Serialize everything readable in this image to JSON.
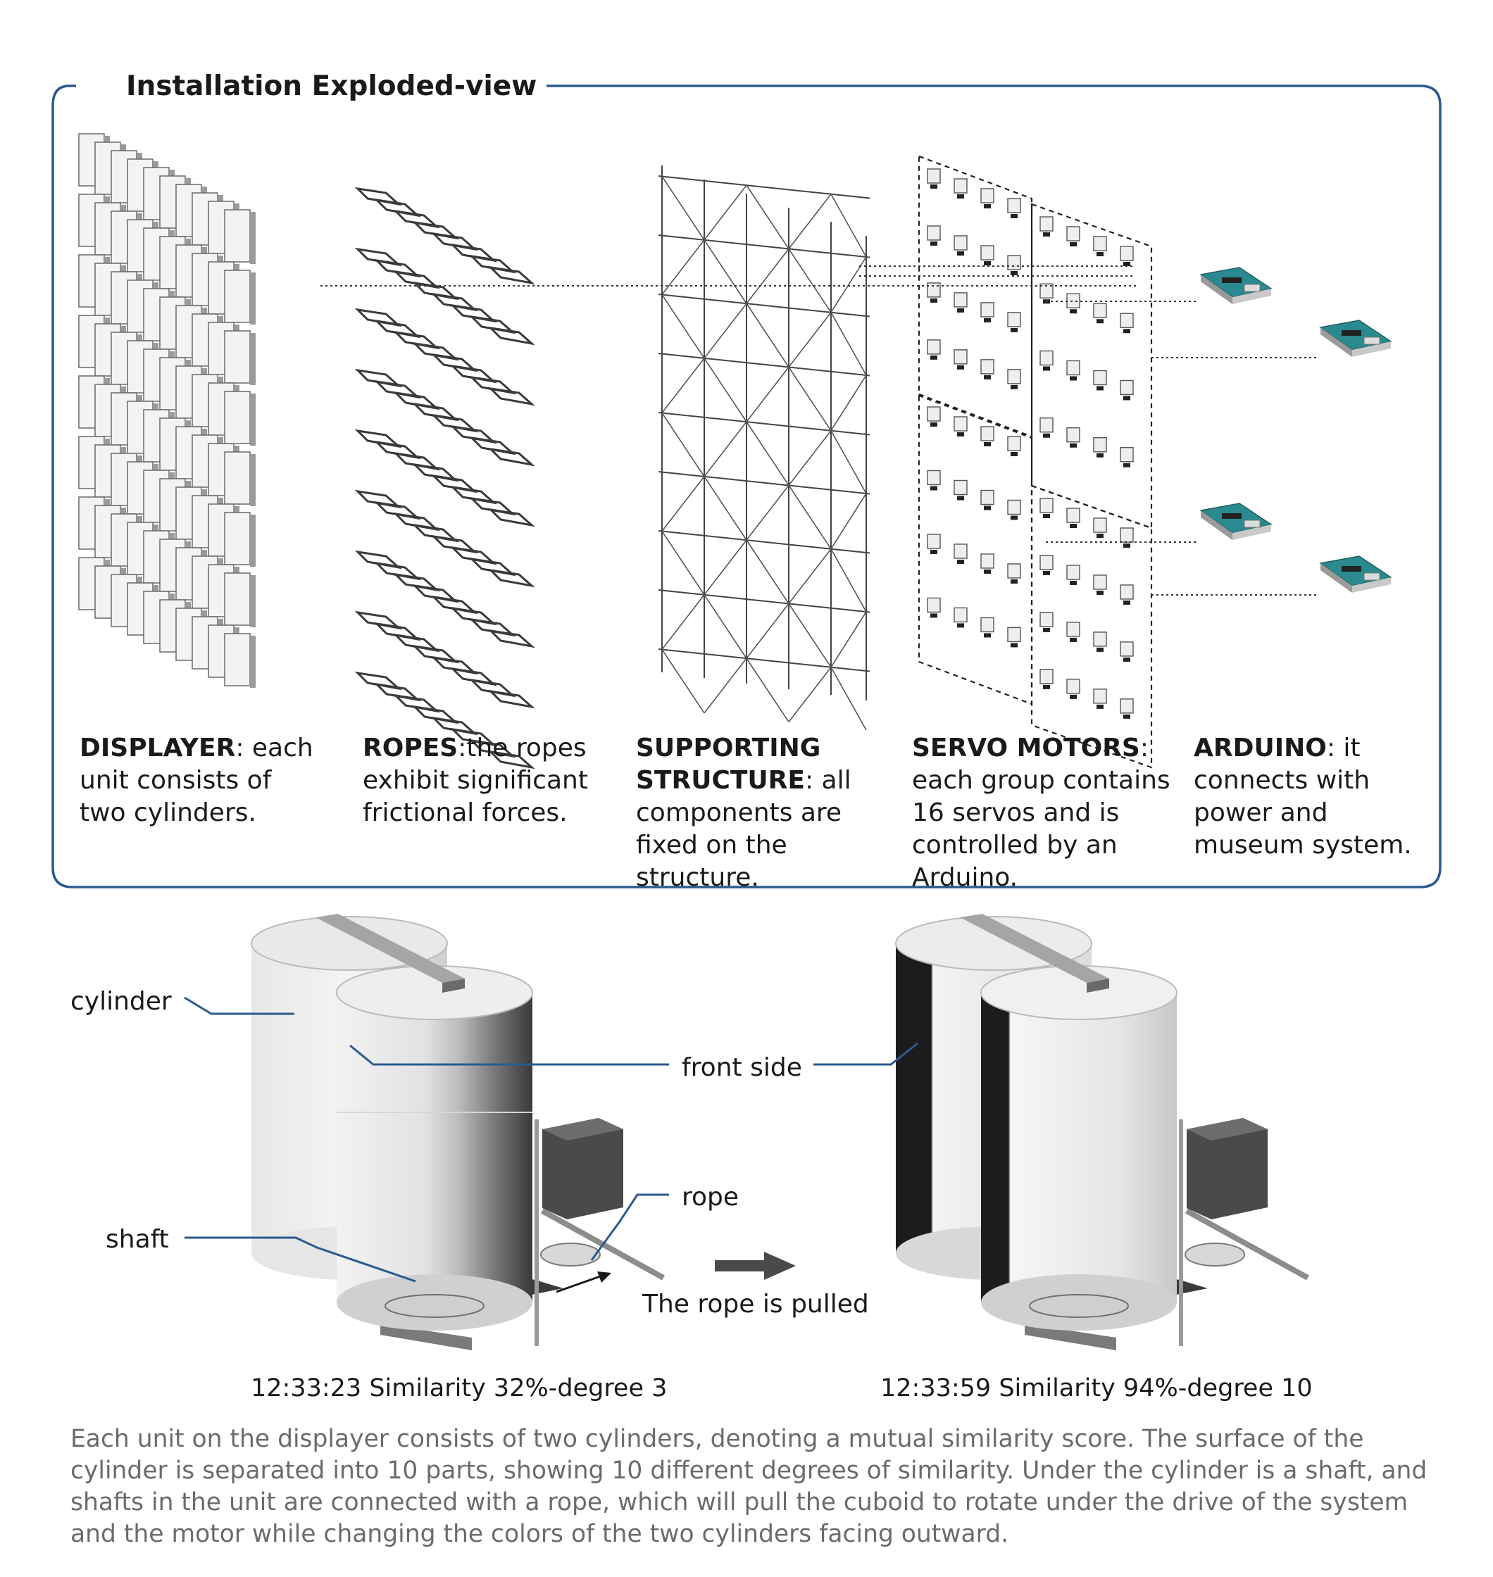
{
  "title": "Installation Exploded-view",
  "colors": {
    "frame": "#2b5a8f",
    "leader": "#2b5a8f",
    "text": "#1a1a1a",
    "desc": "#6b6b6b",
    "arduino": "#2a8a8f"
  },
  "components": [
    {
      "name": "DISPLAYER",
      "sep": ": ",
      "text": "each unit consists of two cylinders."
    },
    {
      "name": "ROPES",
      "sep": ":",
      "text": "the ropes exhibit significant frictional forces."
    },
    {
      "name": "SUPPORTING STRUCTURE",
      "sep": ": ",
      "text": "all components are fixed on the structure."
    },
    {
      "name": "SERVO MOTORS",
      "sep": ": ",
      "text": "each group contains 16 servos and is controlled by an Arduino."
    },
    {
      "name": "ARDUINO",
      "sep": ": ",
      "text": "it connects with power and museum system."
    }
  ],
  "labels": {
    "cylinder": "cylinder",
    "front_side": "front side",
    "shaft": "shaft",
    "rope": "rope",
    "rope_pulled": "The rope is pulled"
  },
  "captions": {
    "left": "12:33:23 Similarity 32%-degree 3",
    "right": "12:33:59 Similarity 94%-degree 10"
  },
  "description": "Each unit on the displayer consists of two cylinders, denoting a mutual similarity score. The surface of the cylinder is separated into 10 parts, showing 10 different degrees of similarity. Under the cylinder is a shaft, and shafts in the unit are connected with a rope, which will pull the cuboid to rotate under the drive of the system and the motor while changing the colors of the two cylinders facing outward."
}
